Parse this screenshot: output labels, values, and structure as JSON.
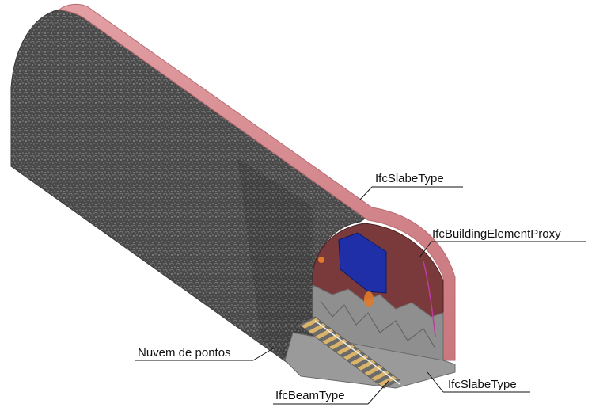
{
  "labels": {
    "slab_top": "IfcSlabeType",
    "proxy": "IfcBuildingElementProxy",
    "point_cloud": "Nuvem de pontos",
    "beam": "IfcBeamType",
    "slab_bottom": "IfcSlabeType"
  },
  "colors": {
    "slab_shell": "#d88a8e",
    "slab_shell_edge": "#b86a70",
    "point_cloud": "#4a4a4a",
    "interior": "#7a3a3c",
    "proxy_panel": "#1f2fa8",
    "beam": "#d9b46a",
    "floor_slab": "#9a9a9a",
    "background": "#ffffff"
  }
}
